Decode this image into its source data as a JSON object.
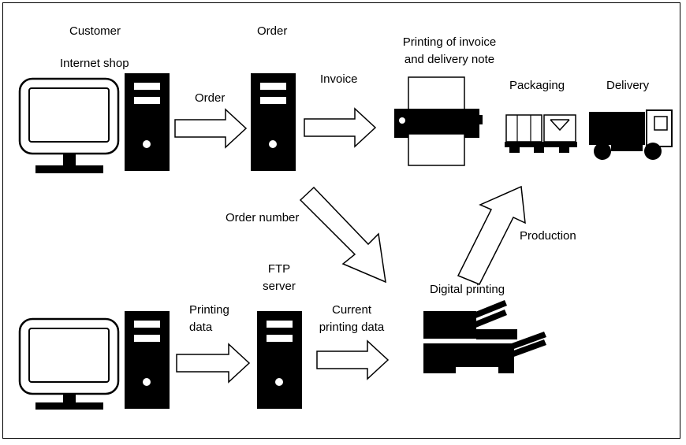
{
  "labels": {
    "customer": "Customer",
    "internet_shop": "Internet shop",
    "order_top": "Order",
    "order_arrow": "Order",
    "invoice": "Invoice",
    "printing_invoice_line1": "Printing of invoice",
    "printing_invoice_line2": "and delivery note",
    "packaging": "Packaging",
    "delivery": "Delivery",
    "order_number": "Order number",
    "production": "Production",
    "ftp_line1": "FTP",
    "ftp_line2": "server",
    "printing_data_line1": "Printing",
    "printing_data_line2": "data",
    "current_printing_line1": "Current",
    "current_printing_line2": "printing data",
    "digital_printing": "Digital printing"
  },
  "colors": {
    "ink": "#000000",
    "paper": "#ffffff"
  },
  "icons": [
    "computer-icon",
    "server-tower-icon",
    "printer-icon",
    "package-pallet-icon",
    "delivery-truck-icon",
    "digital-press-icon",
    "arrow-icon"
  ]
}
